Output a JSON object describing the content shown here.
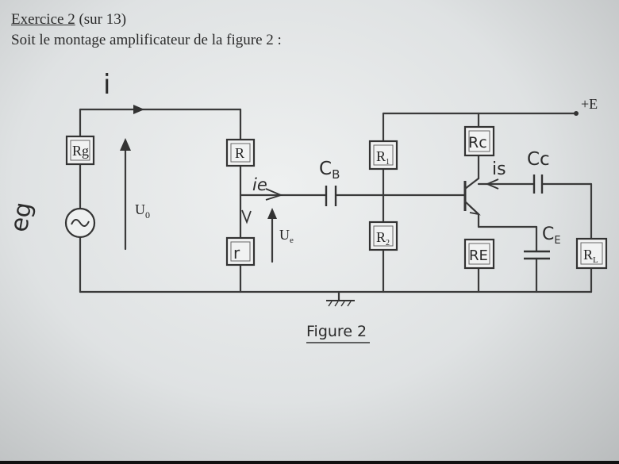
{
  "exercise": {
    "title_part1": "Exercice 2",
    "title_part2": " (sur 13)",
    "intro": "Soit le montage amplificateur de la figure 2 :"
  },
  "figure": {
    "caption": "Figure 2",
    "labels": {
      "current_i": "i",
      "supply": "+E",
      "Rg": "Rg",
      "eg": "eg",
      "U0": "U",
      "U0_sub": "0",
      "R": "R",
      "r": "r",
      "ie": "ie",
      "Ue": "U",
      "Ue_sub": "e",
      "CB": "C",
      "CB_sub": "B",
      "R1": "R",
      "R1_sub": "1",
      "R2": "R",
      "R2_sub": "2",
      "Rc": "Rc",
      "is": "is",
      "Cc": "Cc",
      "CE": "C",
      "CE_sub": "E",
      "RE": "RE",
      "RL": "R",
      "RL_sub": "L"
    }
  }
}
